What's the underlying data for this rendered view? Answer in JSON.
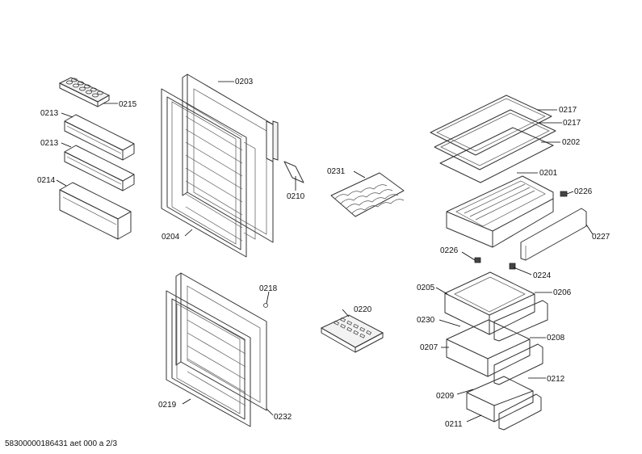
{
  "labels": {
    "l0203": "0203",
    "l0215": "0215",
    "l0213a": "0213",
    "l0213b": "0213",
    "l0214": "0214",
    "l0204": "0204",
    "l0210": "0210",
    "l0231": "0231",
    "l0217a": "0217",
    "l0217b": "0217",
    "l0202": "0202",
    "l0201": "0201",
    "l0226a": "0226",
    "l0226b": "0226",
    "l0227": "0227",
    "l0224": "0224",
    "l0218": "0218",
    "l0220": "0220",
    "l0205": "0205",
    "l0206": "0206",
    "l0230": "0230",
    "l0208": "0208",
    "l0207": "0207",
    "l0212": "0212",
    "l0209": "0209",
    "l0211": "0211",
    "l0219": "0219",
    "l0232": "0232"
  },
  "footer": "58300000186431 aet 000 a 2/3"
}
